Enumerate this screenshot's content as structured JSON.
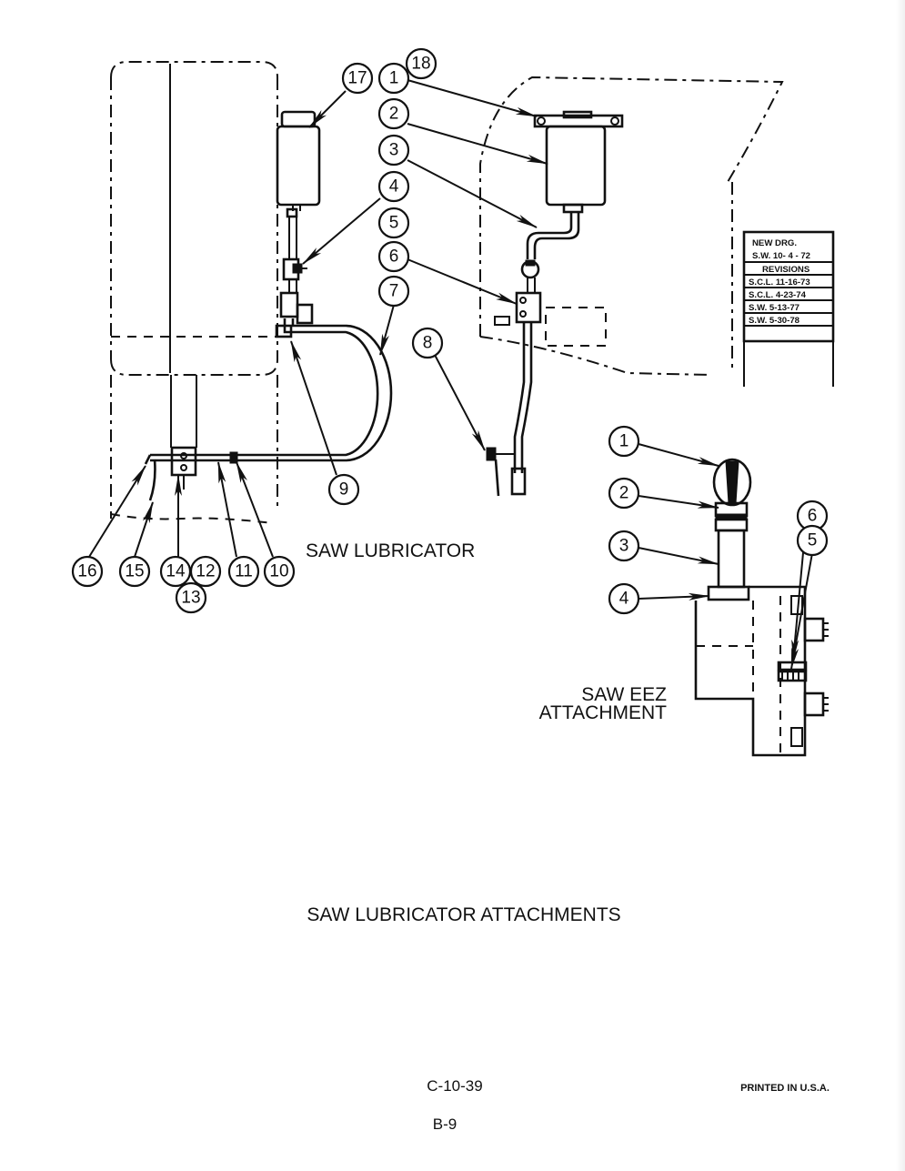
{
  "callouts_left": [
    "17",
    "9",
    "7",
    "4",
    "5",
    "16",
    "15",
    "14",
    "12",
    "11",
    "10",
    "13"
  ],
  "callouts_right_top": [
    "18",
    "1",
    "2",
    "3",
    "4",
    "5",
    "6",
    "7",
    "8"
  ],
  "callouts_right_bottom": [
    "1",
    "2",
    "3",
    "4",
    "6",
    "5"
  ],
  "labels": {
    "saw_lubricator": "SAW LUBRICATOR",
    "saw_eez_line1": "SAW EEZ",
    "saw_eez_line2": "ATTACHMENT",
    "title": "SAW LUBRICATOR ATTACHMENTS"
  },
  "revision_block": {
    "header1": "NEW DRG.",
    "header2": "S.W. 10- 4 - 72",
    "header3": "REVISIONS",
    "rows": [
      "S.C.L.  11-16-73",
      "S.C.L.  4-23-74",
      "S.W. 5-13-77",
      "S.W. 5-30-78"
    ]
  },
  "footer": {
    "drawing_number": "C-10-39",
    "page": "B-9",
    "printed": "PRINTED IN U.S.A."
  }
}
